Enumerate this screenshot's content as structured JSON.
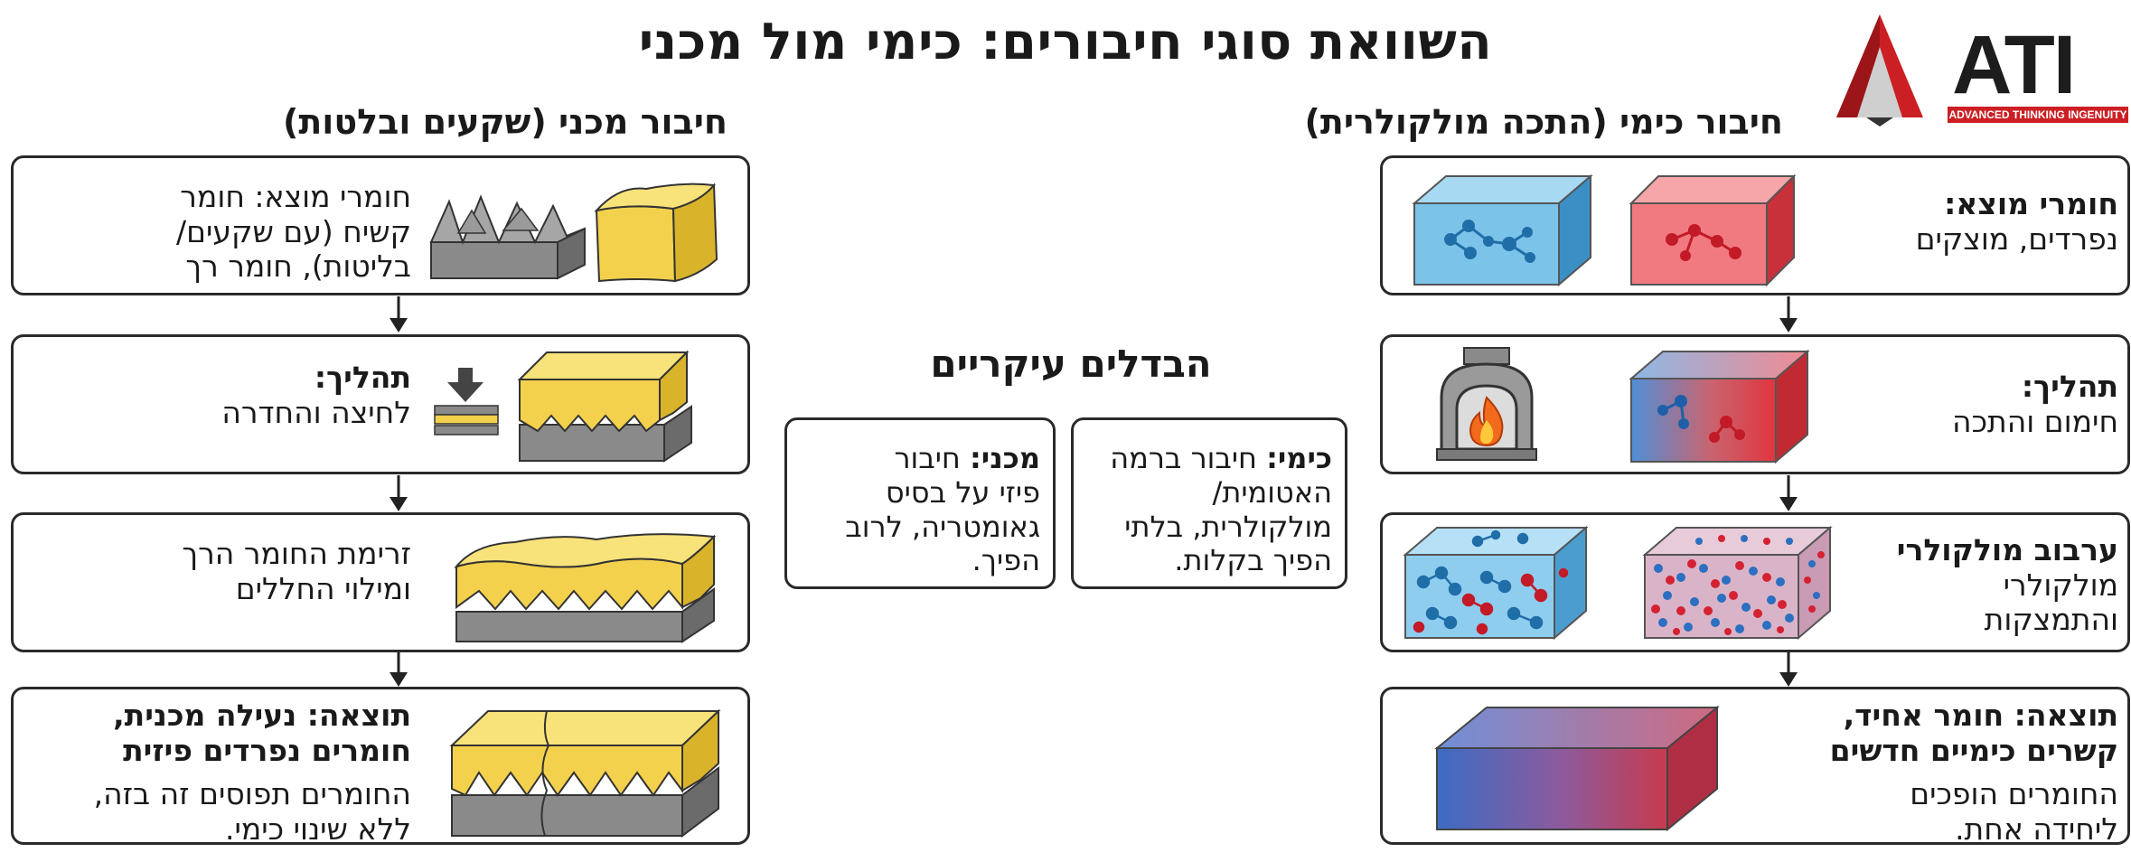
{
  "title": "השוואת סוגי חיבורים: כימי מול מכני",
  "logo": {
    "text": "ATI",
    "tagline": "ADVANCED THINKING INGENUITY",
    "colors": {
      "red": "#cc1f24",
      "dark": "#222222"
    }
  },
  "chemical": {
    "heading": "חיבור כימי (התכה מולקולרית)",
    "steps": [
      {
        "label": "חומרי מוצא:",
        "text": "נפרדים, מוצקים"
      },
      {
        "label": "תהליך:",
        "text": "חימום והתכה"
      },
      {
        "label": "ערבוב מולקולרי",
        "text_lines": [
          "מולקולרי",
          "והתמצקות"
        ]
      },
      {
        "label_lines": [
          "תוצאה: חומר אחיד,",
          "קשרים כימיים חדשים"
        ],
        "text_lines": [
          "החומרים הופכים",
          "ליחידה אחת."
        ]
      }
    ]
  },
  "mechanical": {
    "heading": "חיבור מכני (שקעים ובלטות)",
    "steps": [
      {
        "text_lines": [
          "חומרי מוצא: חומר",
          "קשיח (עם שקעים/",
          "בליטות), חומר רך"
        ]
      },
      {
        "label": "תהליך:",
        "text": "לחיצה והחדרה"
      },
      {
        "text_lines": [
          "זרימת החומר הרך",
          "ומילוי החללים"
        ]
      },
      {
        "label_lines": [
          "תוצאה: נעילה מכנית,",
          "חומרים נפרדים פיזית"
        ],
        "text_lines": [
          "החומרים תפוסים זה בזה,",
          "ללא שינוי כימי."
        ]
      }
    ]
  },
  "differences": {
    "heading": "הבדלים עיקריים",
    "chemical": {
      "label": "כימי:",
      "text_lines": [
        "חיבור ברמה",
        "האטומית/",
        "מולקולרית, בלתי",
        "הפיך בקלות."
      ]
    },
    "mechanical": {
      "label": "מכני:",
      "text_lines": [
        "חיבור",
        "פיזי על בסיס",
        "גאומטריה, לרוב",
        "הפיך."
      ]
    }
  },
  "colors": {
    "blue": "#4aa3d8",
    "red": "#e0484f",
    "yellow": "#f4d24a",
    "gray": "#8a8a8a",
    "flame": "#f26a1b"
  }
}
